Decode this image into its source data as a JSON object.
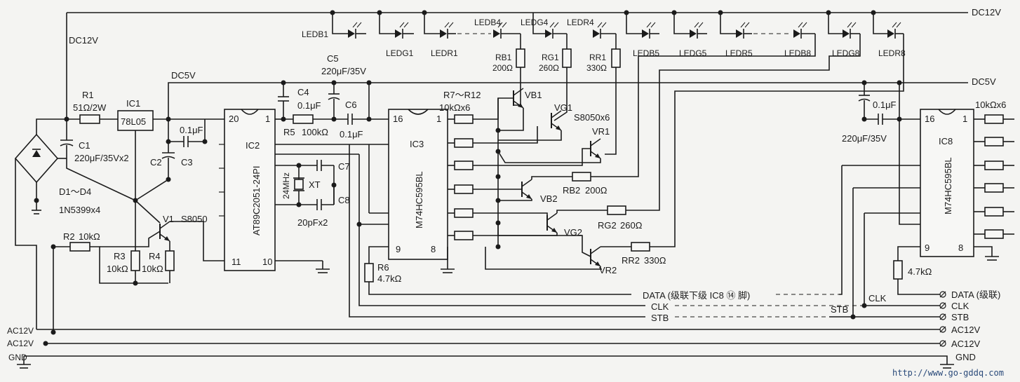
{
  "rails": {
    "dc12v_top": "DC12V",
    "dc12v_left": "DC12V",
    "dc5v_left": "DC5V",
    "dc5v_right": "DC5V"
  },
  "leds": [
    "LEDB1",
    "LEDG1",
    "LEDR1",
    "LEDB4",
    "LEDG4",
    "LEDR4",
    "LEDB5",
    "LEDG5",
    "LEDR5",
    "LEDB8",
    "LEDG8",
    "LEDR8"
  ],
  "power": {
    "r1": "R1",
    "r1_val": "51Ω/2W",
    "ic1": "IC1",
    "ic1_part": "78L05",
    "c1": "C1",
    "c1_val": "220μF/35Vx2",
    "c2": "C2",
    "c3": "C3",
    "c23_val": "0.1μF",
    "diodes": "D1～D4",
    "diodes_part": "1N5399x4"
  },
  "mcu": {
    "label": "IC2",
    "part": "AT89C2051-24PI",
    "pin20": "20",
    "pin1": "1",
    "pin11": "11",
    "pin10": "10"
  },
  "osc": {
    "xtal": "24MHz",
    "xt": "XT",
    "c7": "C7",
    "c8": "C8",
    "cap_val": "20pFx2"
  },
  "misc": {
    "c4": "C4",
    "c4_val": "0.1μF",
    "c5": "C5",
    "c5_val": "220μF/35V",
    "c6": "C6",
    "c6_val": "0.1μF",
    "r5": "R5",
    "r5_val": "100kΩ"
  },
  "reset": {
    "v1": "V1",
    "v1_part": "S8050",
    "r2": "R2",
    "r2_val": "10kΩ",
    "r3": "R3",
    "r3_val": "10kΩ",
    "r4": "R4",
    "r4_val": "10kΩ"
  },
  "ic3": {
    "label": "IC3",
    "part": "M74HC595BL",
    "pin16": "16",
    "pin1": "1",
    "pin9": "9",
    "pin8": "8",
    "r_range": "R7～R12",
    "r_val": "10kΩx6",
    "r6": "R6",
    "r6_val": "4.7kΩ"
  },
  "drivers": {
    "part": "S8050x6",
    "names": [
      "VB1",
      "VG1",
      "VR1",
      "VB2",
      "VG2",
      "VR2"
    ],
    "rb1": "RB1",
    "rb1_val": "200Ω",
    "rg1": "RG1",
    "rg1_val": "260Ω",
    "rr1": "RR1",
    "rr1_val": "330Ω",
    "rb2": "RB2",
    "rb2_val": "200Ω",
    "rg2": "RG2",
    "rg2_val": "260Ω",
    "rr2": "RR2",
    "rr2_val": "330Ω"
  },
  "ic8": {
    "label": "IC8",
    "part": "M74HC595BL",
    "pin16": "16",
    "pin1": "1",
    "pin9": "9",
    "pin8": "8",
    "cap_val": "0.1μF",
    "ecap_val": "220μF/35V",
    "r_val": "10kΩx6",
    "r_pull": "4.7kΩ"
  },
  "bus": {
    "data": "DATA (级联下级 IC8 ⑭ 脚)",
    "clk": "CLK",
    "stb": "STB",
    "clk_right": "CLK",
    "stb_right": "STB"
  },
  "terminals": [
    "DATA (级联)",
    "CLK",
    "STB",
    "AC12V",
    "AC12V"
  ],
  "left_labels": {
    "ac1": "AC12V",
    "ac2": "AC12V",
    "gnd": "GND"
  },
  "gnd_right": "GND",
  "watermark": "http://www.go-gddq.com"
}
